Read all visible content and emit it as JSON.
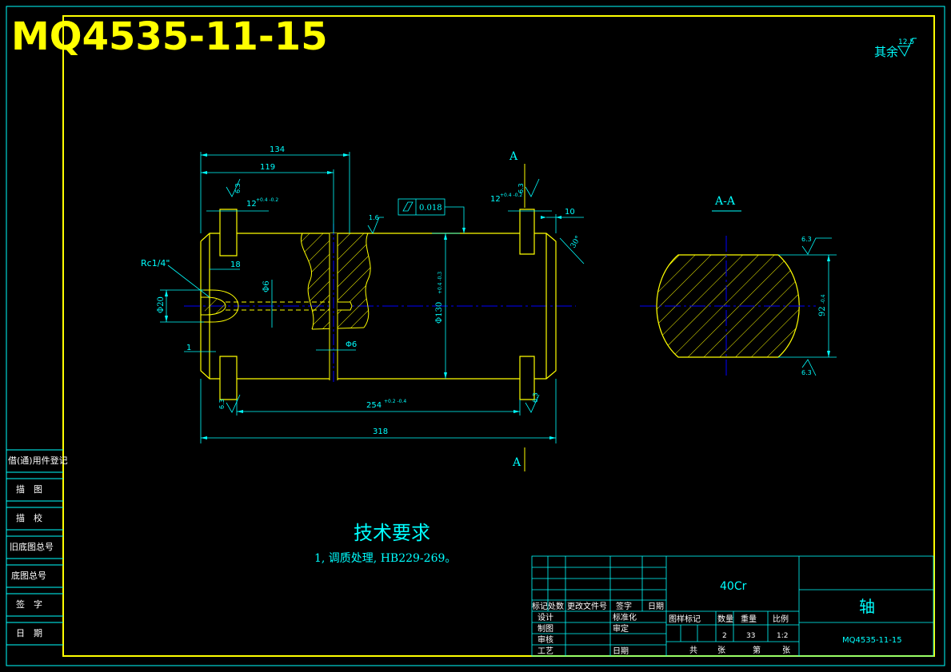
{
  "drawing": {
    "number_title": "MQ4535-11-15",
    "roughness_rest_label": "其余",
    "roughness_rest_value": "12.5",
    "section_mark": "A",
    "section_view_label": "A-A",
    "colors": {
      "background": "#000000",
      "border": "#ffff00",
      "geometry": "#ffff00",
      "dimension": "#00ffff",
      "centerline": "#0000ff",
      "text": "#00ffff"
    }
  },
  "dimensions": {
    "d134": "134",
    "d119": "119",
    "d10": "10",
    "d18": "18",
    "d1": "1",
    "d318": "318",
    "d254": "254",
    "d254_tol": "+0.2 -0.4",
    "d12_left": "12",
    "d12_left_tol": "+0.4 -0.2",
    "d12_right": "12",
    "d12_right_tol": "+0.4 -0.2",
    "dia130": "Φ130",
    "dia130_tol": "+0.4 -0.3",
    "dia20": "Φ20",
    "dia6": "Φ6",
    "dia6_b": "Φ6",
    "dim92": "92",
    "dim92_tol": "-0.4",
    "chamfer": "30°",
    "thread": "Rc1/4\"",
    "tolerance_value": "0.018",
    "r63": "6.3",
    "r16": "1.6"
  },
  "tech": {
    "heading": "技术要求",
    "note1": "1, 调质处理, HB229-269。"
  },
  "left_strip": [
    "借(通)用件登记",
    "描　图",
    "描　校",
    "旧底图总号",
    "底图总号",
    "签　字",
    "日　期"
  ],
  "title_block": {
    "material": "40Cr",
    "part_name": "轴",
    "drawing_no": "MQ4535-11-15",
    "rev_headers": [
      "标记",
      "处数",
      "更改文件号",
      "签字",
      "日期"
    ],
    "sign_design": "设计",
    "sign_std": "标准化",
    "sign_draw": "制图",
    "sign_review": "审定",
    "sign_check": "审核",
    "sign_process": "工艺",
    "sign_date": "日期",
    "stage_label": "图样标记",
    "qty_label": "数量",
    "weight_label": "重量",
    "scale_label": "比例",
    "qty_value": "2",
    "weight_value": "33",
    "scale_value": "1:2",
    "total_label": "共",
    "sheet_label": "张",
    "page_label": "第",
    "page_sheet_label": "张"
  }
}
